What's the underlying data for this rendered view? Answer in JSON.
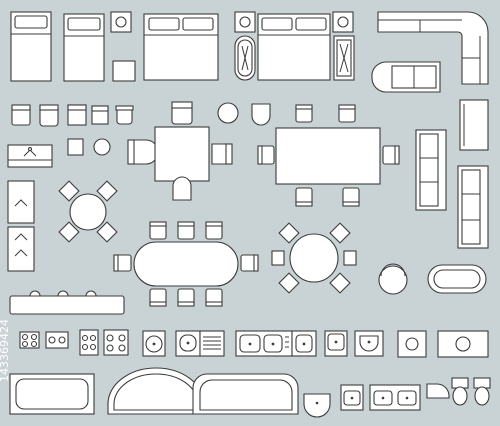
{
  "watermark": "143369424",
  "colors": {
    "background": "#c9d3d6",
    "fill": "#ffffff",
    "stroke": "#3b3b3b"
  },
  "icons": [
    "single-bed",
    "night-stand",
    "double-bed",
    "bed-with-rugs",
    "corner-sofa",
    "chair",
    "stool",
    "dining-table",
    "wardrobe",
    "round-table",
    "oval-table",
    "bench",
    "kitchen-stove",
    "sink",
    "bathtub",
    "round-bathtub",
    "corner-bath",
    "toilet"
  ]
}
